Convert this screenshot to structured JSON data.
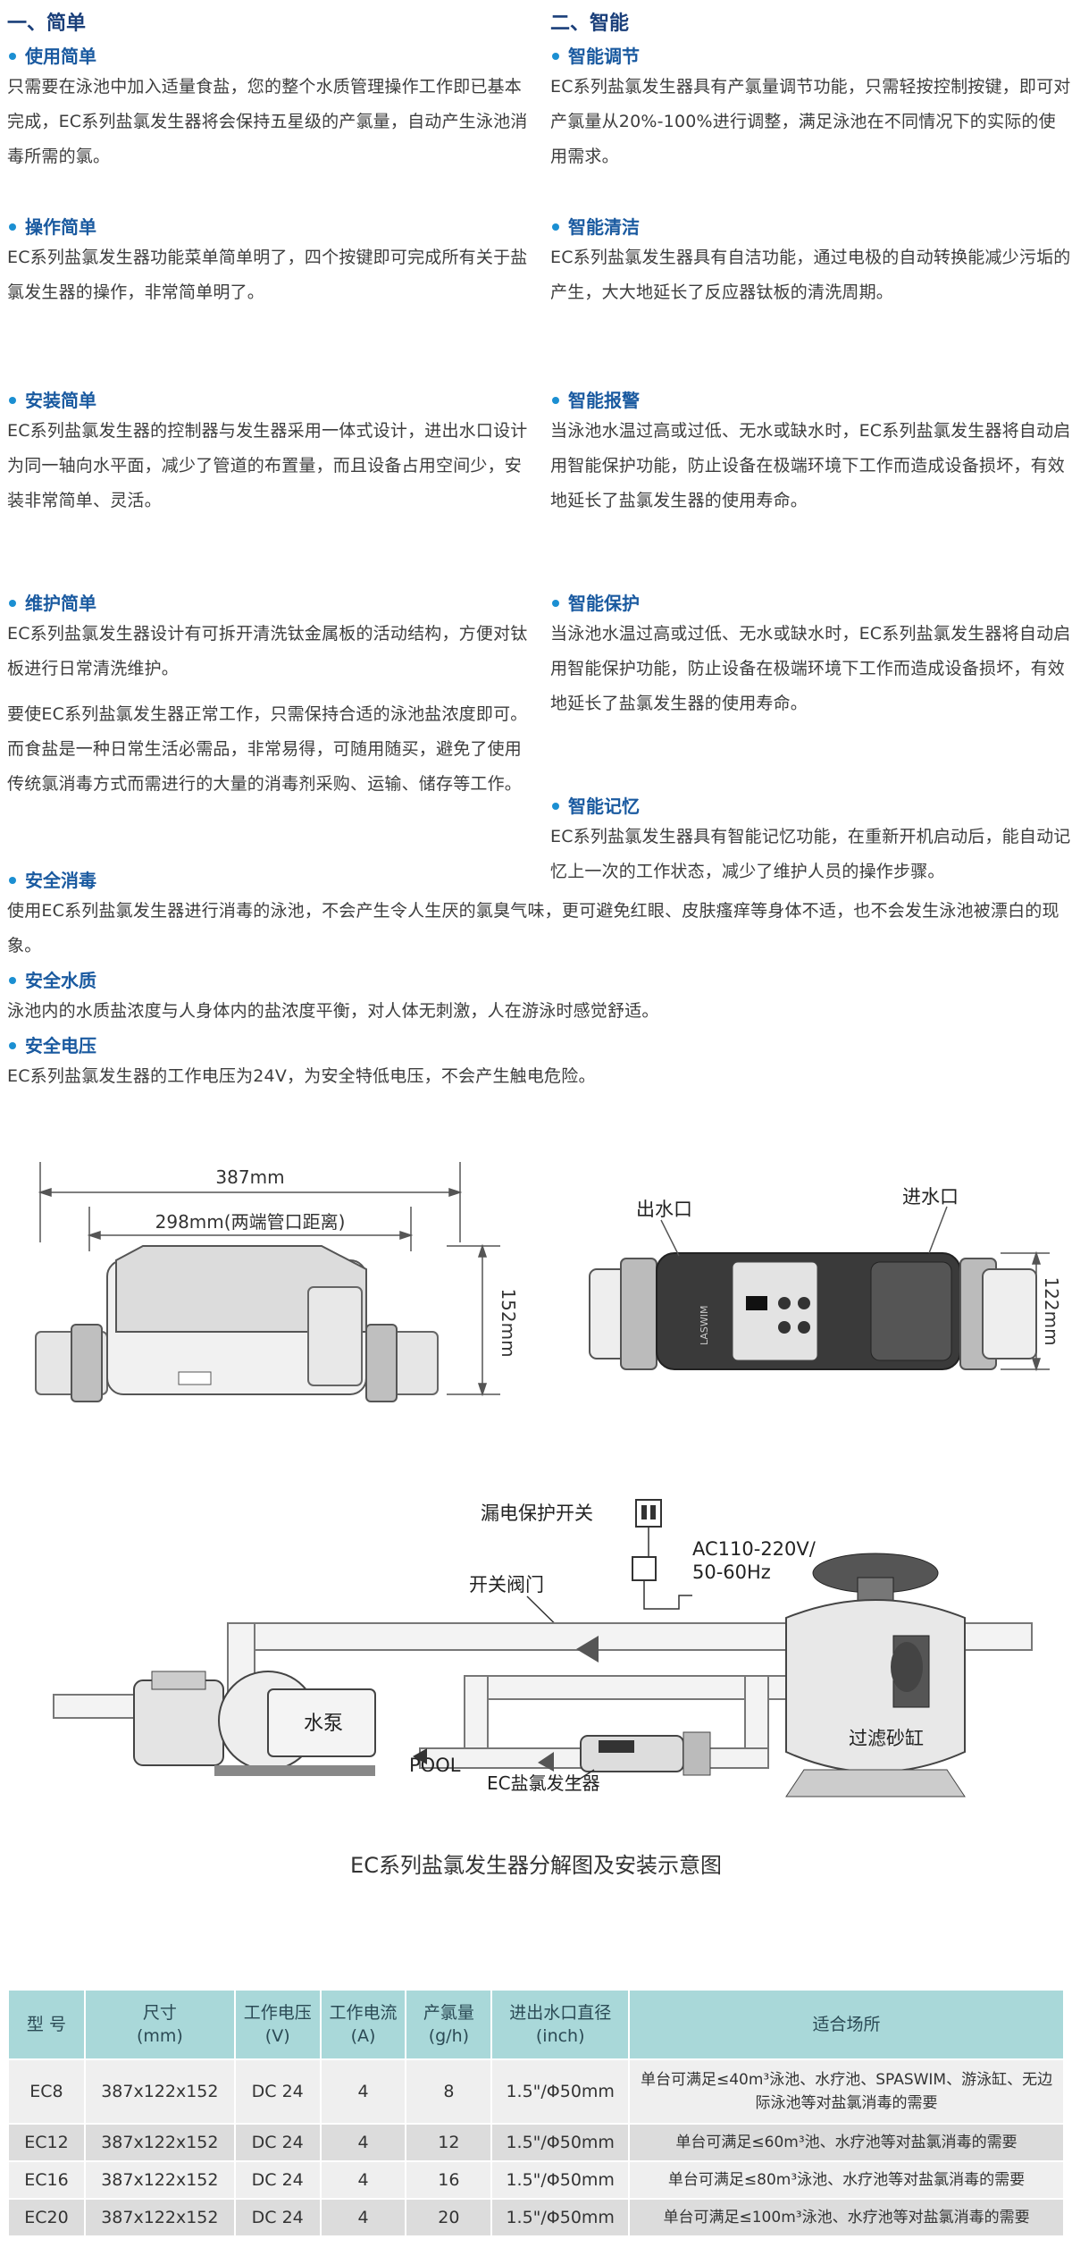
{
  "left": {
    "section_title": "一、简单",
    "items": [
      {
        "title": "使用简单",
        "text": "只需要在泳池中加入适量食盐，您的整个水质管理操作工作即已基本完成，EC系列盐氯发生器将会保持五星级的产氯量，自动产生泳池消毒所需的氯。"
      },
      {
        "title": "操作简单",
        "text": "EC系列盐氯发生器功能菜单简单明了，四个按键即可完成所有关于盐氯发生器的操作，非常简单明了。"
      },
      {
        "title": "安装简单",
        "text": "EC系列盐氯发生器的控制器与发生器采用一体式设计，进出水口设计为同一轴向水平面，减少了管道的布置量，而且设备占用空间少，安装非常简单、灵活。"
      },
      {
        "title": "维护简单",
        "text": "EC系列盐氯发生器设计有可拆开清洗钛金属板的活动结构，方便对钛板进行日常清洗维护。"
      }
    ],
    "extra_paragraph": "要使EC系列盐氯发生器正常工作，只需保持合适的泳池盐浓度即可。而食盐是一种日常生活必需品，非常易得，可随用随买，避免了使用传统氯消毒方式而需进行的大量的消毒剂采购、运输、储存等工作。"
  },
  "right": {
    "section_title": "二、智能",
    "items": [
      {
        "title": "智能调节",
        "text": "EC系列盐氯发生器具有产氯量调节功能，只需轻按控制按键，即可对产氯量从20%-100%进行调整，满足泳池在不同情况下的实际的使用需求。"
      },
      {
        "title": "智能清洁",
        "text": "EC系列盐氯发生器具有自洁功能，通过电极的自动转换能减少污垢的产生，大大地延长了反应器钛板的清洗周期。"
      },
      {
        "title": "智能报警",
        "text": "当泳池水温过高或过低、无水或缺水时，EC系列盐氯发生器将自动启用智能保护功能，防止设备在极端环境下工作而造成设备损坏，有效地延长了盐氯发生器的使用寿命。"
      },
      {
        "title": "智能保护",
        "text": "当泳池水温过高或过低、无水或缺水时，EC系列盐氯发生器将自动启用智能保护功能，防止设备在极端环境下工作而造成设备损坏，有效地延长了盐氯发生器的使用寿命。"
      },
      {
        "title": "智能记忆",
        "text": "EC系列盐氯发生器具有智能记忆功能，在重新开机启动后，能自动记忆上一次的工作状态，减少了维护人员的操作步骤。"
      }
    ]
  },
  "safety": [
    {
      "title": "安全消毒",
      "text": "使用EC系列盐氯发生器进行消毒的泳池，不会产生令人生厌的氯臭气味，更可避免红眼、皮肤瘙痒等身体不适，也不会发生泳池被漂白的现象。"
    },
    {
      "title": "安全水质",
      "text": "泳池内的水质盐浓度与人身体内的盐浓度平衡，对人体无刺激，人在游泳时感觉舒适。"
    },
    {
      "title": "安全电压",
      "text": "EC系列盐氯发生器的工作电压为24V，为安全特低电压，不会产生触电危险。"
    }
  ],
  "diagram": {
    "dim_length": "387mm",
    "dim_pipe_distance": "298mm(两端管口距离)",
    "dim_height": "152mm",
    "dim_width": "122mm",
    "outlet_label": "出水口",
    "inlet_label": "进水口",
    "leakage_switch": "漏电保护开关",
    "power_line1": "AC110-220V/",
    "power_line2": "50-60Hz",
    "valve_label": "开关阀门",
    "pump_label": "水泵",
    "pool_label": "POOL",
    "generator_label": "EC盐氯发生器",
    "filter_label": "过滤砂缸",
    "brand": "LASWIM"
  },
  "caption": "EC系列盐氯发生器分解图及安装示意图",
  "table": {
    "headers": [
      [
        "型 号",
        ""
      ],
      [
        "尺寸",
        "(mm)"
      ],
      [
        "工作电压",
        "(V)"
      ],
      [
        "工作电流",
        "(A)"
      ],
      [
        "产氯量",
        "(g/h)"
      ],
      [
        "进出水口直径",
        "(inch)"
      ],
      [
        "适合场所",
        ""
      ]
    ],
    "rows": [
      [
        "EC8",
        "387x122x152",
        "DC 24",
        "4",
        "8",
        "1.5\"/Φ50mm",
        "单台可满足≤40m³泳池、水疗池、SPASWIM、游泳缸、无边际泳池等对盐氯消毒的需要"
      ],
      [
        "EC12",
        "387x122x152",
        "DC 24",
        "4",
        "12",
        "1.5\"/Φ50mm",
        "单台可满足≤60m³池、水疗池等对盐氯消毒的需要"
      ],
      [
        "EC16",
        "387x122x152",
        "DC 24",
        "4",
        "16",
        "1.5\"/Φ50mm",
        "单台可满足≤80m³泳池、水疗池等对盐氯消毒的需要"
      ],
      [
        "EC20",
        "387x122x152",
        "DC 24",
        "4",
        "20",
        "1.5\"/Φ50mm",
        "单台可满足≤100m³泳池、水疗池等对盐氯消毒的需要"
      ]
    ]
  }
}
